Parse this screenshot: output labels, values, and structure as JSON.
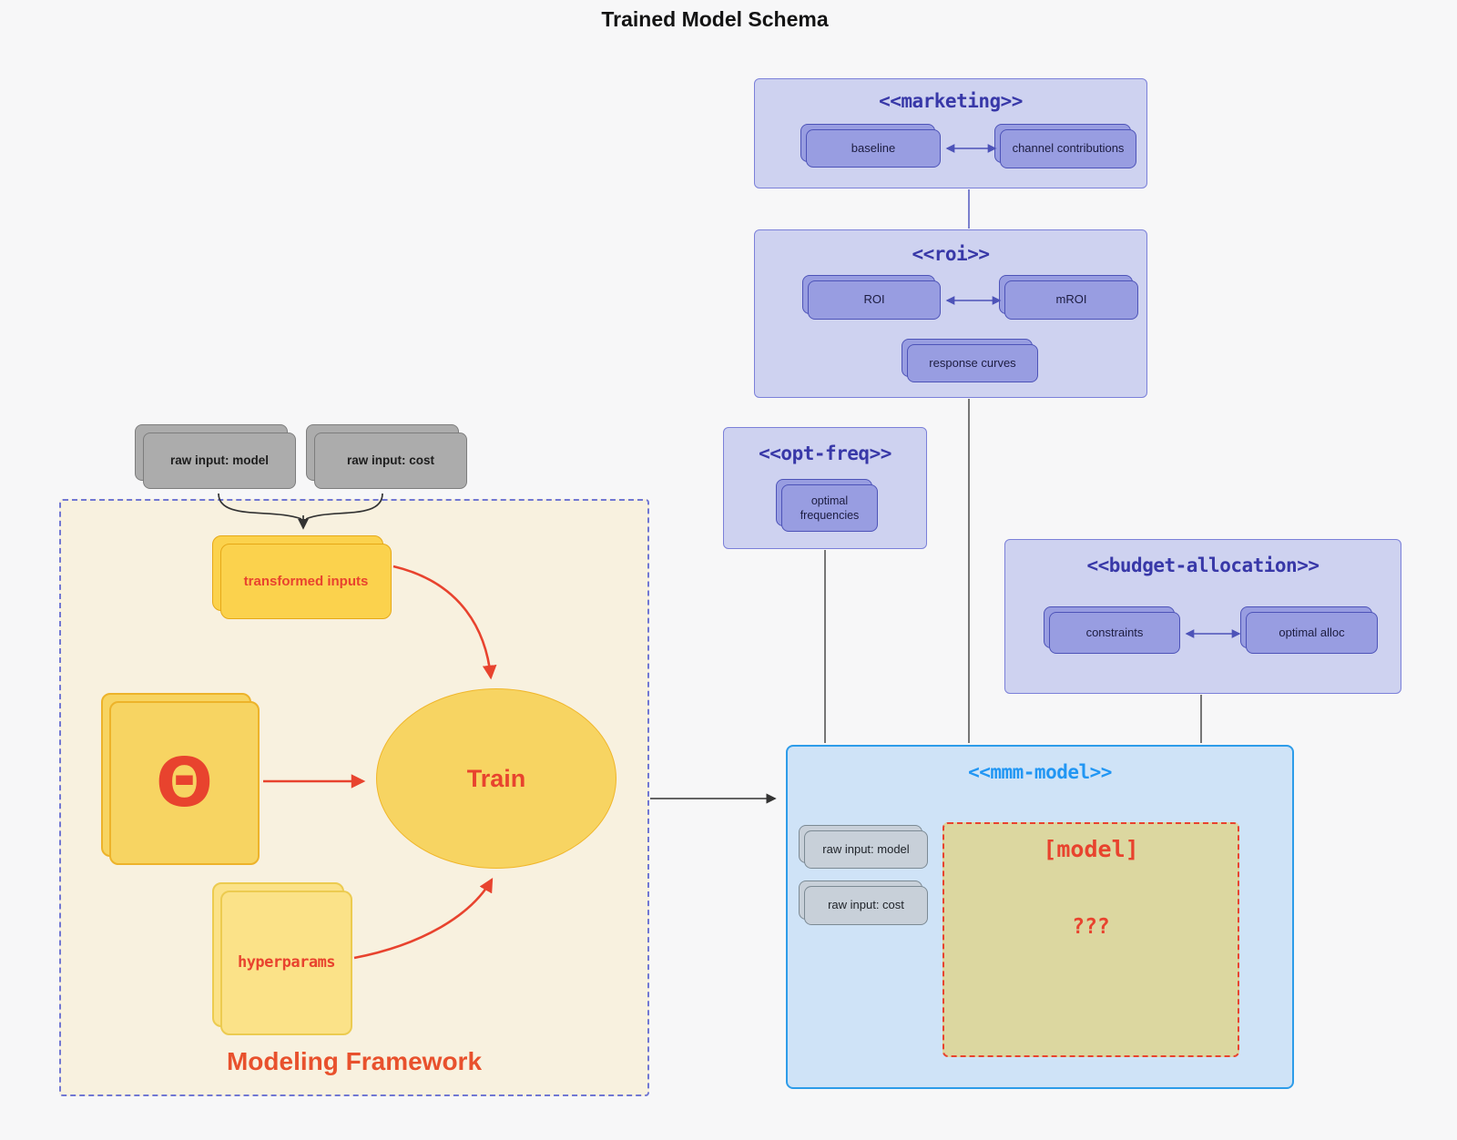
{
  "title": "Trained Model Schema",
  "groups": {
    "marketing": {
      "stereotype": "<<marketing>>",
      "nodes": {
        "baseline": "baseline",
        "channel_contributions": "channel contributions"
      }
    },
    "roi": {
      "stereotype": "<<roi>>",
      "nodes": {
        "roi": "ROI",
        "mroi": "mROI",
        "response_curves": "response curves"
      }
    },
    "opt_freq": {
      "stereotype": "<<opt-freq>>",
      "nodes": {
        "optimal_frequencies": "optimal frequencies"
      }
    },
    "budget_allocation": {
      "stereotype": "<<budget-allocation>>",
      "nodes": {
        "constraints": "constraints",
        "optimal_alloc": "optimal alloc"
      }
    },
    "mmm_model": {
      "stereotype": "<<mmm-model>>",
      "nodes": {
        "raw_input_model": "raw input: model",
        "raw_input_cost": "raw input: cost",
        "model": "[model]",
        "unknown": "???"
      }
    },
    "modeling_framework": {
      "label": "Modeling Framework",
      "nodes": {
        "raw_input_model": "raw input: model",
        "raw_input_cost": "raw input: cost",
        "transformed_inputs": "transformed inputs",
        "theta": "Θ",
        "train": "Train",
        "hyperparams": "hyperparams"
      }
    }
  },
  "colors": {
    "page_bg": "#f7f7f8",
    "lavender_fill": "#ced2f0",
    "lavender_border": "#7b80d9",
    "purple_node_fill": "#989de1",
    "purple_node_border": "#4d53b8",
    "stereotype_text": "#3838a8",
    "mmm_fill": "#cfe3f7",
    "mmm_border": "#2d9ce9",
    "mmm_title_text": "#2196f3",
    "model_box_fill": "#dcd7a0",
    "red_accent": "#e8432e",
    "yellow_fill": "#fbd24d",
    "yellow_border": "#e6a817",
    "light_yellow_fill": "#fbe288",
    "framework_fill": "#f8f1df",
    "framework_border": "#7177d3",
    "gray_node_fill": "#acacac",
    "bluegray_node_fill": "#c8d0d9",
    "edge_dark": "#333333",
    "edge_gray": "#555555",
    "edge_purple": "#5c63c4"
  }
}
